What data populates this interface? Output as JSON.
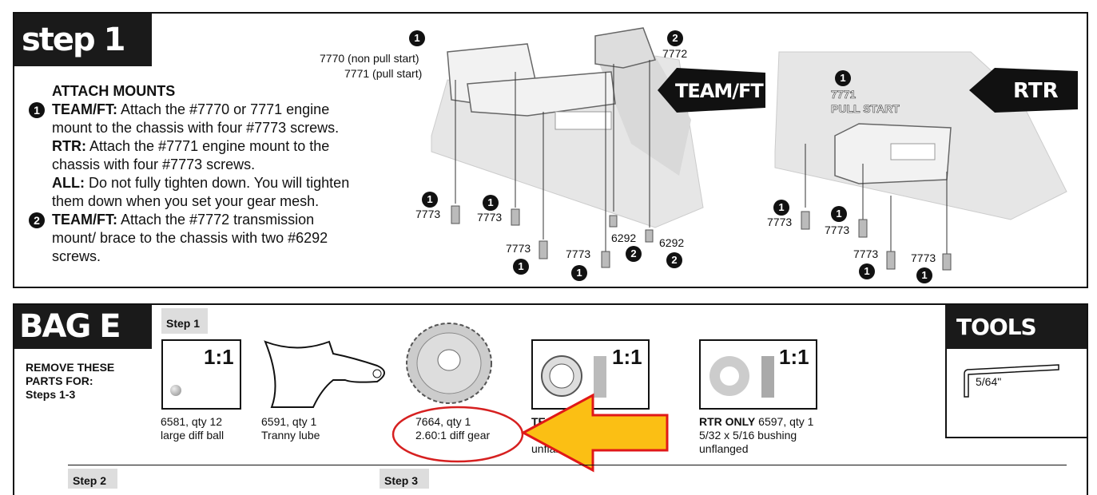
{
  "step1": {
    "title": "step 1",
    "heading": "ATTACH MOUNTS",
    "items": [
      {
        "num": "1",
        "lines": [
          {
            "bold": "TEAM/FT:",
            "text": " Attach the #7770 or 7771 engine"
          },
          {
            "bold": "",
            "text": "mount to the chassis with four #7773 screws."
          },
          {
            "bold": "RTR:",
            "text": " Attach the #7771 engine mount to the"
          },
          {
            "bold": "",
            "text": "chassis with four #7773 screws."
          },
          {
            "bold": "ALL:",
            "text": " Do not fully tighten down. You will tighten"
          },
          {
            "bold": "",
            "text": "them down when you set your gear mesh."
          }
        ]
      },
      {
        "num": "2",
        "lines": [
          {
            "bold": "TEAM/FT:",
            "text": " Attach the #7772 transmission"
          },
          {
            "bold": "",
            "text": "mount/ brace to the chassis with two #6292"
          },
          {
            "bold": "",
            "text": "screws."
          }
        ]
      }
    ],
    "diagram_team": {
      "tag": "TEAM/FT",
      "mount_label_1": "7770 (non pull start)",
      "mount_label_2": "7771 (pull start)",
      "brace_label": "7772",
      "screw": "7773",
      "trans_screw": "6292"
    },
    "diagram_rtr": {
      "tag": "RTR",
      "mount_label_1": "7771",
      "mount_label_2": "PULL START",
      "screw": "7773"
    }
  },
  "bag": {
    "title": "BAG E",
    "remove_text": [
      "REMOVE THESE",
      "PARTS FOR:",
      "Steps 1-3"
    ],
    "step1_tab": "Step 1",
    "step2_tab": "Step 2",
    "step3_tab": "Step 3",
    "parts": [
      {
        "scale": "1:1",
        "line1": "6581, qty 12",
        "line2": "large diff ball"
      },
      {
        "line1": "6591, qty 1",
        "line2": "Tranny lube"
      },
      {
        "line1": "7664, qty 1",
        "line2": "2.60:1 diff gear"
      },
      {
        "scale": "1:1",
        "line1_bold": "TE",
        "line3": "unflan"
      },
      {
        "scale": "1:1",
        "line1_bold": "RTR ONLY",
        "line1": " 6597, qty 1",
        "line2": "5/32 x 5/16 bushing",
        "line3": "unflanged"
      }
    ],
    "tools_title": "TOOLS USED",
    "tool": "5/64\""
  },
  "colors": {
    "highlight_circle": "#d62020",
    "arrow_fill": "#fbbf14",
    "arrow_stroke": "#e01818"
  }
}
